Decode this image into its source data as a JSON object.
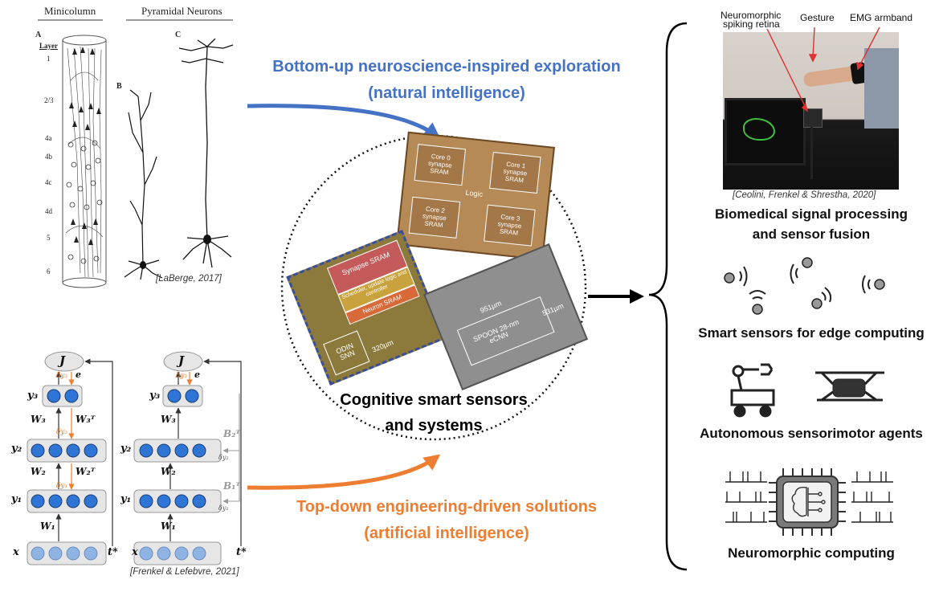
{
  "panels": {
    "neuro": {
      "minicolumn_title": "Minicolumn",
      "pyramidal_title": "Pyramidal Neurons",
      "letter_a": "A",
      "letter_b": "B",
      "letter_c": "C",
      "layer_header": "Layer",
      "layers": [
        "1",
        "2/3",
        "4a",
        "4b",
        "4c",
        "4d",
        "5",
        "6"
      ],
      "citation": "[LaBerge, 2017]"
    },
    "networks": {
      "citation": "[Frenkel & Lefebvre, 2021]",
      "left": {
        "cost": "J",
        "error": "e",
        "delta_y3": "δy₃",
        "y3": "y₃",
        "W3": "W₃",
        "W3T": "W₃ᵀ",
        "delta_y2": "δy₂",
        "y2": "y₂",
        "W2": "W₂",
        "W2T": "W₂ᵀ",
        "delta_y1": "δy₁",
        "y1": "y₁",
        "W1": "W₁",
        "x": "x",
        "target": "t*"
      },
      "right": {
        "cost": "J",
        "error": "e",
        "delta_y3": "δy₃",
        "y3": "y₃",
        "W3": "W₃",
        "B2T": "B₂ᵀ",
        "delta_y2": "δy₂",
        "y2": "y₂",
        "W2": "W₂",
        "B1T": "B₁ᵀ",
        "delta_y1": "δy₁",
        "y1": "y₁",
        "W1": "W₁",
        "x": "x",
        "target": "t*"
      }
    }
  },
  "flows": {
    "bottom_up_line1": "Bottom-up neuroscience-inspired exploration",
    "bottom_up_line2": "(natural intelligence)",
    "top_down_line1": "Top-down engineering-driven solutions",
    "top_down_line2": "(artificial intelligence)",
    "blue_color": "#4472C4",
    "orange_color": "#ED7D31"
  },
  "center": {
    "title_line1": "Cognitive smart sensors",
    "title_line2": "and systems",
    "chip1": {
      "core0": "Core 0 synapse SRAM",
      "core1": "Core 1 synapse SRAM",
      "core2": "Core 2 synapse SRAM",
      "core3": "Core 3 synapse SRAM",
      "logic": "Logic"
    },
    "chip2": {
      "synapse": "Synapse SRAM",
      "controller": "Scheduler, update logic and controller",
      "neuron": "Neuron SRAM",
      "name": "ODIN SNN",
      "size": "320µm"
    },
    "chip3": {
      "width": "951µm",
      "name": "SPOON 28-nm eCNN",
      "size": "531µm"
    }
  },
  "applications": {
    "photo": {
      "label_retina_1": "Neuromorphic",
      "label_retina_2": "spiking retina",
      "label_gesture": "Gesture",
      "label_emg": "EMG armband",
      "citation": "[Ceolini, Frenkel & Shrestha, 2020]"
    },
    "biomedical_line1": "Biomedical signal processing",
    "biomedical_line2": "and sensor fusion",
    "edge": "Smart sensors for edge computing",
    "robots": "Autonomous sensorimotor agents",
    "neuromorphic": "Neuromorphic computing"
  }
}
